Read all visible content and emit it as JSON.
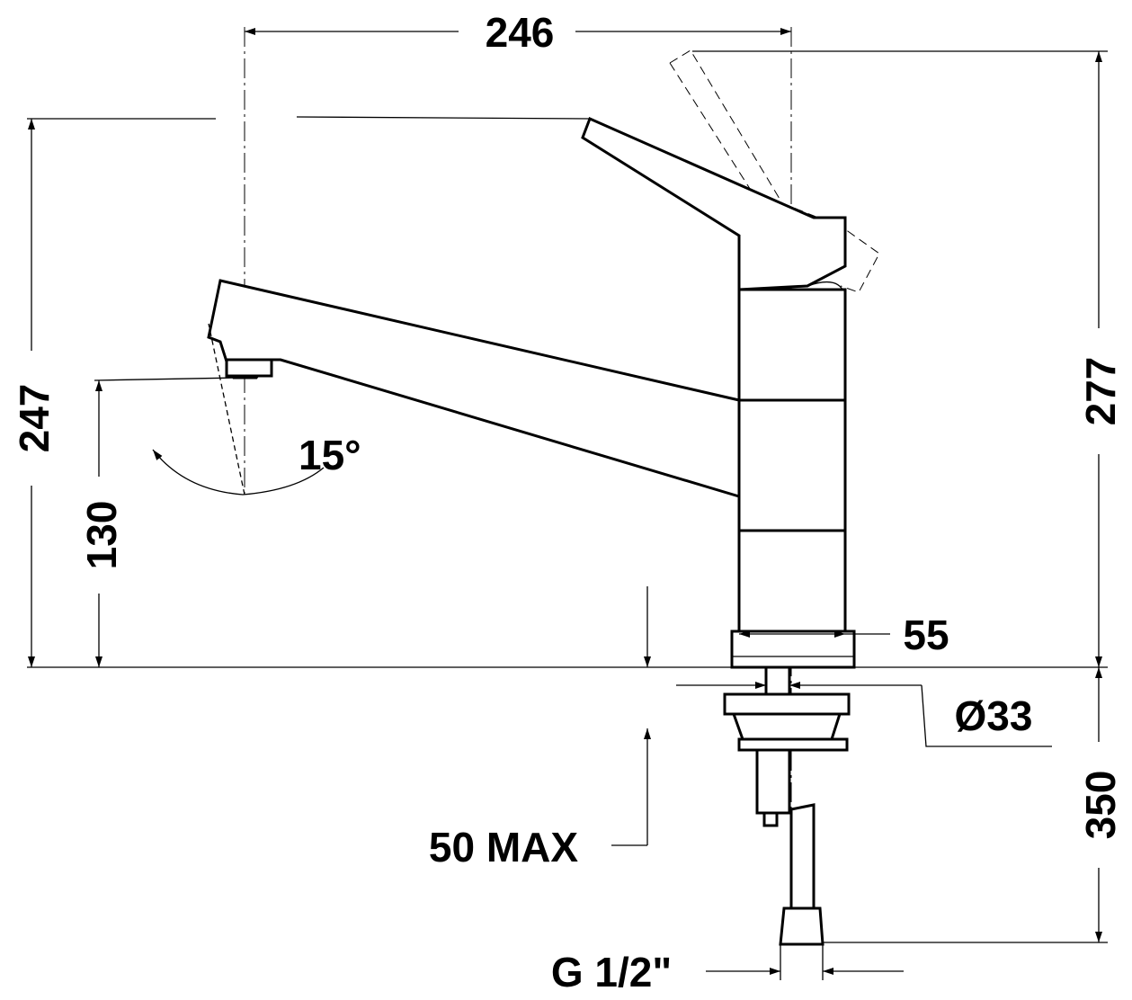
{
  "dimensions": {
    "spout_reach": "246",
    "total_height_spout": "247",
    "spout_outlet_height": "130",
    "total_height_handle": "277",
    "below_counter_length": "350",
    "base_diameter": "55",
    "hole_diameter": "Ø33",
    "counter_thickness": "50 MAX",
    "connection_thread": "G 1/2\"",
    "swivel_angle": "15°"
  }
}
